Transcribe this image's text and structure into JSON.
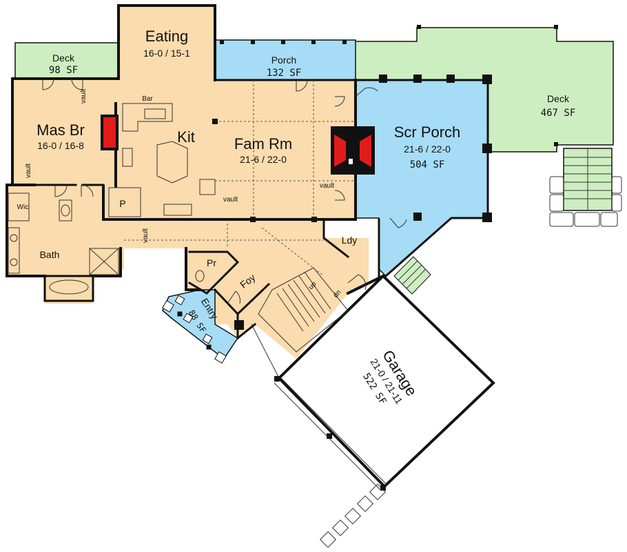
{
  "colors": {
    "interior": "#fbdcae",
    "porch": "#a6dcf5",
    "deck": "#cdeec0",
    "garage": "#ffffff",
    "fireplace": "#e21b1b",
    "wall": "#111111"
  },
  "rooms": {
    "eating": {
      "name": "Eating",
      "dims": "16-0 / 15-1"
    },
    "deck_left": {
      "name": "Deck",
      "area": "98 SF"
    },
    "porch_top": {
      "name": "Porch",
      "area": "132 SF"
    },
    "deck_right": {
      "name": "Deck",
      "area": "467 SF"
    },
    "mas_br": {
      "name": "Mas Br",
      "dims": "16-0 / 16-8"
    },
    "kit": {
      "name": "Kit",
      "bar": "Bar",
      "pantry": "P"
    },
    "fam_rm": {
      "name": "Fam Rm",
      "dims": "21-6 / 22-0"
    },
    "scr_porch": {
      "name": "Scr Porch",
      "dims": "21-6 / 22-0",
      "area": "504 SF"
    },
    "wic": {
      "name": "Wic"
    },
    "bath": {
      "name": "Bath"
    },
    "pr": {
      "name": "Pr"
    },
    "foy": {
      "name": "Foy"
    },
    "entry": {
      "name": "Entry",
      "area": "88 SF"
    },
    "ldy": {
      "name": "Ldy"
    },
    "garage": {
      "name": "Garage",
      "dims": "21-0 / 21-11",
      "area": "522 SF"
    }
  },
  "annotations": {
    "vault": "vault",
    "up": "up",
    "dn": "dn"
  }
}
